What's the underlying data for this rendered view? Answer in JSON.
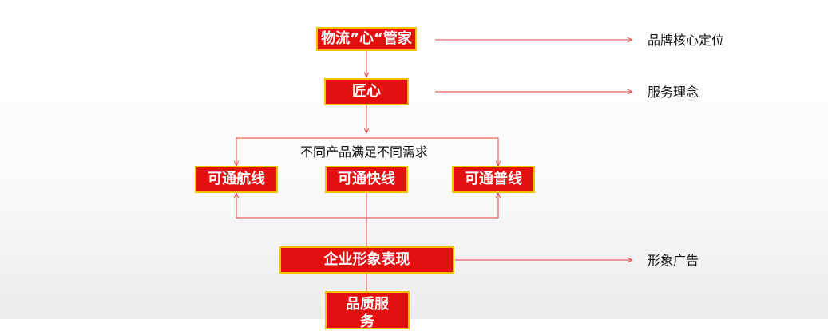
{
  "nodes": {
    "brand_core": "物流”心“管家",
    "craftsman": "匠心",
    "air_line": "可通航线",
    "express_line": "可通快线",
    "standard_line": "可通普线",
    "corporate_image": "企业形象表现",
    "quality_service": "品质服务"
  },
  "annotations": {
    "brand_positioning": "品牌核心定位",
    "service_concept": "服务理念",
    "different_needs": "不同产品满足不同需求",
    "image_advertising": "形象广告"
  },
  "colors": {
    "node_fill": "#e30f0f",
    "node_border": "#f2c200",
    "connector": "#e04040"
  }
}
